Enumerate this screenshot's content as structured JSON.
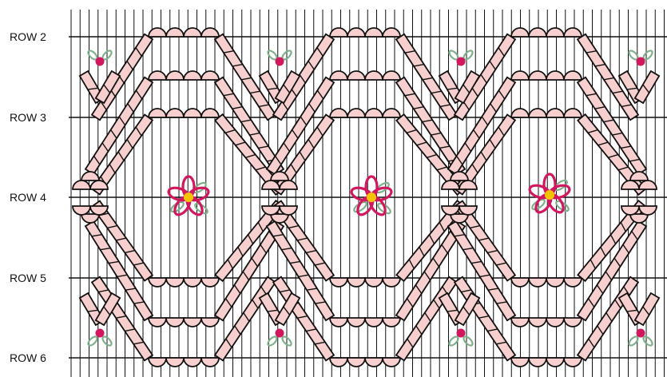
{
  "row_labels": [
    "ROW 2",
    "ROW 3",
    "ROW 4",
    "ROW 5",
    "ROW 6"
  ],
  "colors": {
    "background": "#ffffff",
    "grid_lines": "#111111",
    "stitch_fill": "#f8cfcf",
    "stitch_outline": "#111111",
    "flower_petal": "#d1185e",
    "flower_center": "#f5c400",
    "leaf": "#7fb08a",
    "bud": "#d1185e"
  },
  "motifs": {
    "large_flower": "large-flower-icon",
    "small_bud": "bud-icon"
  }
}
